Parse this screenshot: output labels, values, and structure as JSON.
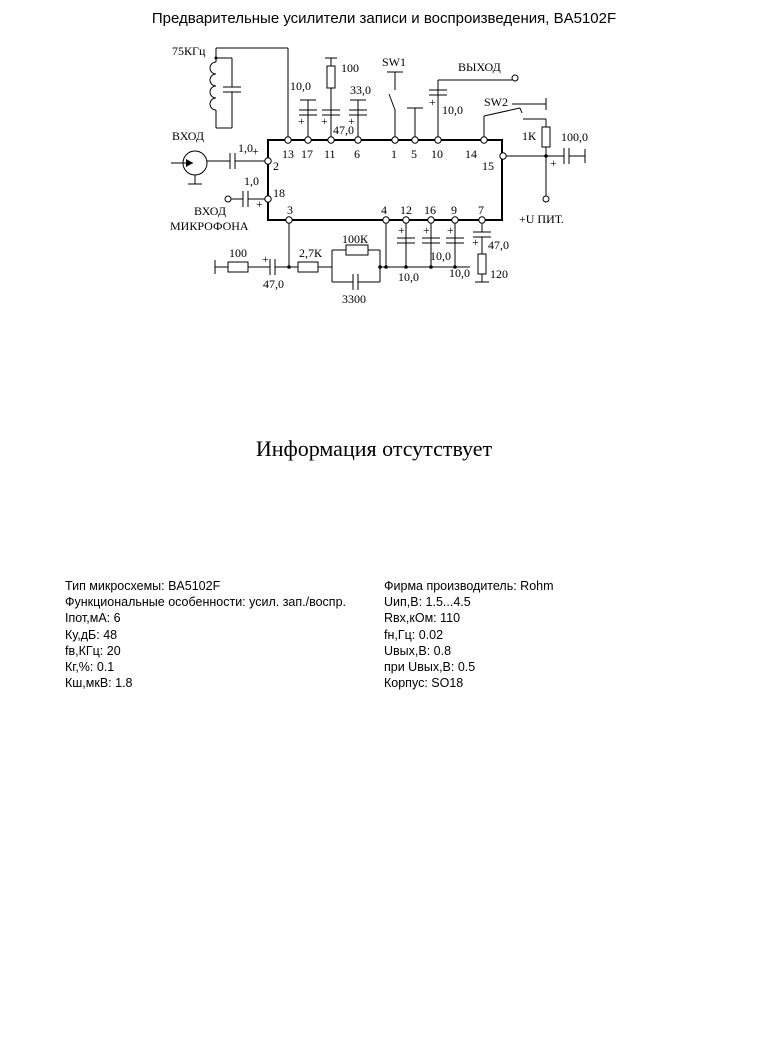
{
  "title": "Предварительные усилители записи и воспроизведения, BA5102F",
  "schematic": {
    "pins_top": [
      "13",
      "17",
      "11",
      "6",
      "1",
      "5",
      "10",
      "14"
    ],
    "pins_side": [
      "2",
      "18",
      "15"
    ],
    "pins_bottom": [
      "3",
      "4",
      "12",
      "16",
      "9",
      "7"
    ],
    "labels": {
      "osc": "75КГц",
      "input": "ВХОД",
      "mic_input_1": "ВХОД",
      "mic_input_2": "МИКРОФОНА",
      "output": "ВЫХОД",
      "sw1": "SW1",
      "sw2": "SW2",
      "supply": "+U ПИТ.",
      "c_in": "1,0",
      "c_mic": "1,0",
      "c17": "10,0",
      "r11": "100",
      "c11": "47,0",
      "c6": "33,0",
      "c10": "10,0",
      "r14": "1К",
      "c15": "100,0",
      "r3a": "100",
      "c3": "47,0",
      "r3b": "2,7К",
      "r_fb": "100К",
      "c_fb": "3300",
      "c12": "10,0",
      "c16": "10,0",
      "c9": "10,0",
      "c7": "47,0",
      "r7": "120"
    }
  },
  "no_info": "Информация отсутствует",
  "specs_left": [
    "Тип микросхемы: BA5102F",
    "Функциональные особенности: усил. зап./воспр.",
    "Iпот,мА: 6",
    "Ку,дБ: 48",
    "fв,КГц: 20",
    "Кг,%: 0.1",
    "Кш,мкВ: 1.8"
  ],
  "specs_right": [
    "Фирма производитель: Rohm",
    "Uип,В: 1.5...4.5",
    "Rвх,кОм: 110",
    "fн,Гц: 0.02",
    "Uвых,В: 0.8",
    "при Uвых,В: 0.5",
    "Корпус: SO18"
  ]
}
